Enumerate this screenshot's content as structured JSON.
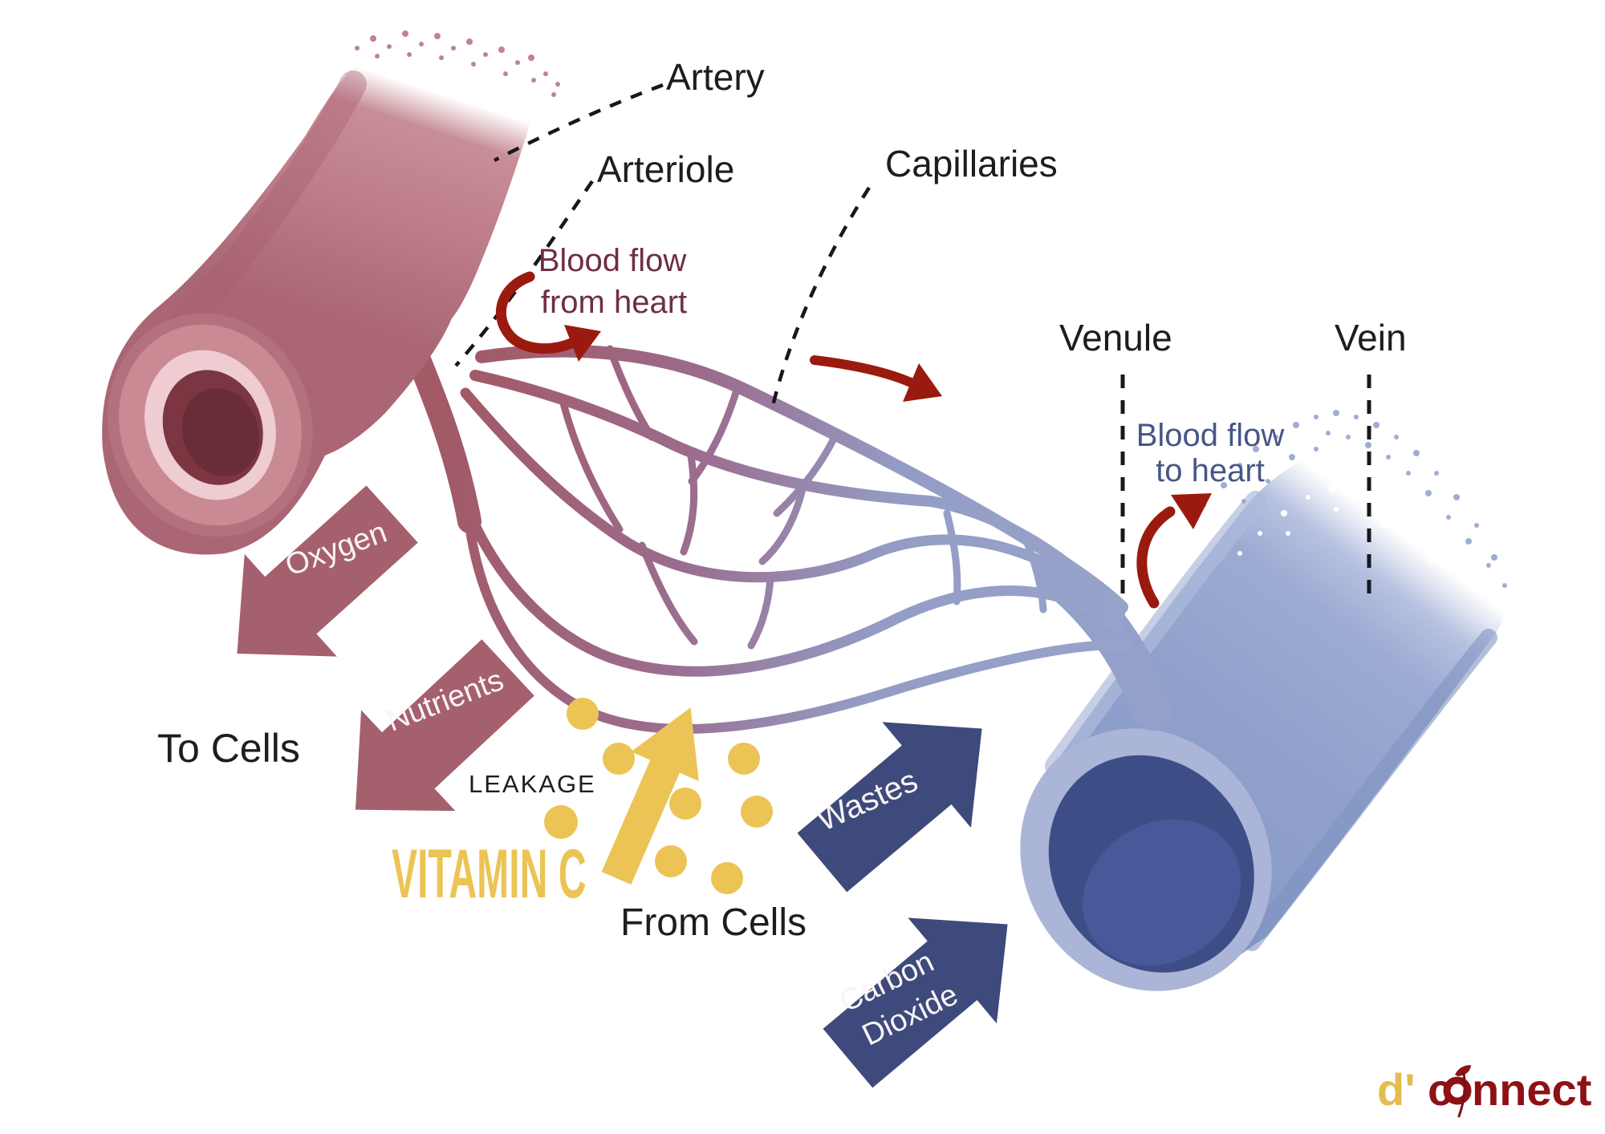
{
  "vessel_labels": {
    "artery": "Artery",
    "arteriole": "Arteriole",
    "capillaries": "Capillaries",
    "venule": "Venule",
    "vein": "Vein"
  },
  "flow_annotations": {
    "from_heart_line1": "Blood flow",
    "from_heart_line2": "from heart",
    "to_heart_line1": "Blood flow",
    "to_heart_line2": "to heart"
  },
  "exchange": {
    "to_cells": "To Cells",
    "from_cells": "From Cells",
    "leakage": "LEAKAGE",
    "vitamin_c": "VITAMIN C",
    "oxygen": "Oxygen",
    "nutrients": "Nutrients",
    "wastes": "Wastes",
    "carbon_dioxide_line1": "Carbon",
    "carbon_dioxide_line2": "Dioxide"
  },
  "logo": {
    "brand": "d'connect",
    "gold_part": "d'",
    "red_part_1": "c",
    "red_part_2": "nnect"
  },
  "colors": {
    "artery_body": "#c2808a",
    "artery_dark": "#a5606f",
    "artery_ring_light": "#eeccd1",
    "artery_lumen": "#7b3642",
    "vein_body": "#8fa0ca",
    "vein_rim": "#aab5d8",
    "vein_lumen": "#3d4e87",
    "capillary_arterial": "#a25a67",
    "capillary_venous": "#97a3cb",
    "block_arrow_rose": "#a5606e",
    "block_arrow_navy": "#3e4a7b",
    "flow_arrow_red": "#9b1a10",
    "vitamin_yellow": "#ecc355",
    "text_black": "#1d1d1f",
    "text_maroon": "#6e3040",
    "text_slate": "#475687",
    "logo_gold": "#e3bd4f",
    "logo_red": "#8e1116"
  }
}
